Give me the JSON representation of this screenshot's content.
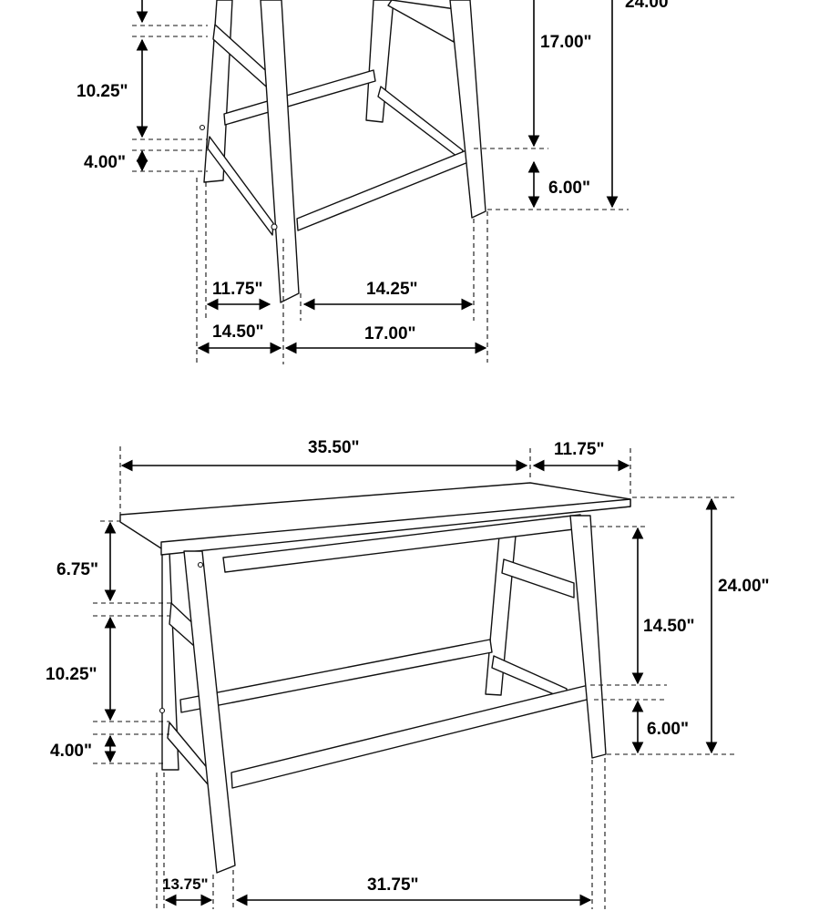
{
  "stool": {
    "top_clearance": "24.00\"",
    "seat_to_upper_rail": "17.00\"",
    "upper_rail_gap": "10.25\"",
    "lower_rail_gap": "4.00\"",
    "rail_height": "6.00\"",
    "inner_depth": "11.75\"",
    "inner_width": "14.25\"",
    "outer_depth": "14.50\"",
    "outer_width": "17.00\""
  },
  "bench": {
    "width": "35.50\"",
    "depth": "11.75\"",
    "apron_drop": "6.75\"",
    "upper_rail_gap": "10.25\"",
    "lower_rail_gap": "4.00\"",
    "height": "24.00\"",
    "seat_to_rail": "14.50\"",
    "rail_height": "6.00\"",
    "leg_spread": "13.75\"",
    "inner_length": "31.75\""
  }
}
